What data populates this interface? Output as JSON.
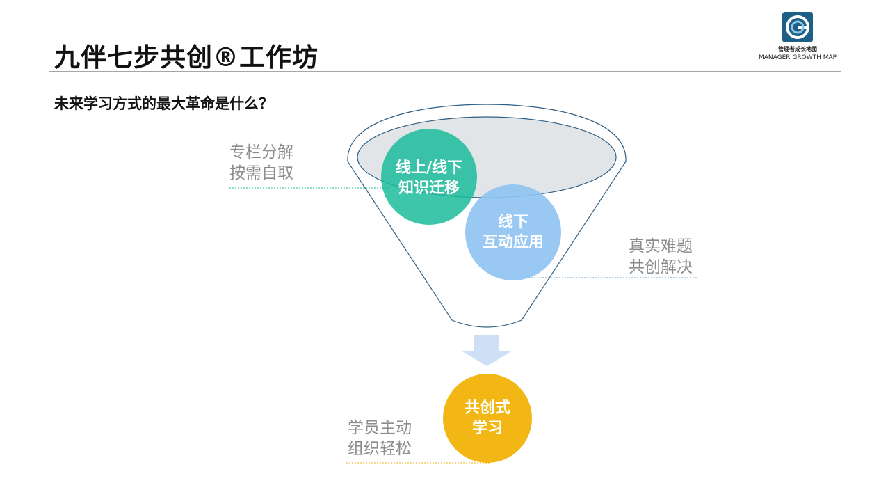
{
  "header": {
    "title": "九伴七步共创®工作坊",
    "logo": {
      "icon": "g-logo-icon",
      "cn_text": "管理者成长地图",
      "en_text": "MANAGER GROWTH MAP",
      "color": "#1d5f86"
    }
  },
  "main": {
    "question": "未来学习方式的最大革命是什么？"
  },
  "diagram": {
    "circles": {
      "online": {
        "line1": "线上/线下",
        "line2": "知识迁移",
        "color": "#1bbc9b"
      },
      "offline": {
        "line1": "线下",
        "line2": "互动应用",
        "color": "#8ec3f1"
      },
      "result": {
        "line1": "共创式",
        "line2": "学习",
        "color": "#f2b714"
      }
    },
    "labels": {
      "left_top": {
        "line1": "专栏分解",
        "line2": "按需自取"
      },
      "right": {
        "line1": "真实难题",
        "line2": "共创解决"
      },
      "left_bottom": {
        "line1": "学员主动",
        "line2": "组织轻松"
      }
    },
    "colors": {
      "funnel_stroke": "#2f5f84",
      "funnel_top_fill": "#e2e5e8",
      "arrow": "#cfdff5"
    }
  }
}
